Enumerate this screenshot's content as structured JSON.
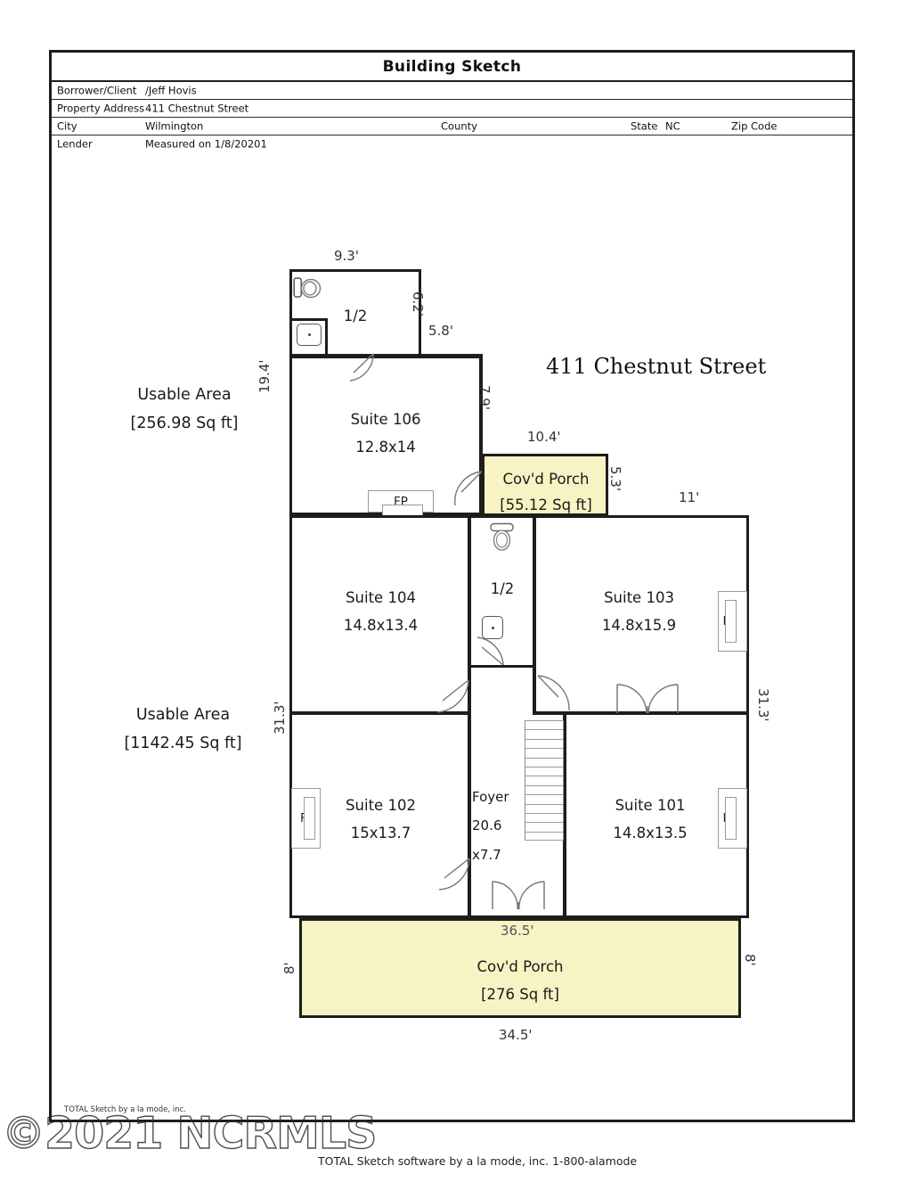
{
  "header": {
    "title": "Building Sketch",
    "rows": [
      {
        "label": "Borrower/Client",
        "value": "/Jeff Hovis"
      },
      {
        "label": "Property Address",
        "value": "411 Chestnut Street"
      },
      {
        "label": "City",
        "value": "Wilmington",
        "label2": "County",
        "value2": "",
        "label3": "State",
        "value3": "NC",
        "label4": "Zip Code",
        "value4": ""
      },
      {
        "label": "Lender",
        "value": "Measured on 1/8/20201"
      }
    ]
  },
  "sketch": {
    "address_title": "411 Chestnut Street",
    "area_tags": [
      {
        "line1": "Usable Area",
        "line2": "[256.98 Sq ft]"
      },
      {
        "line1": "Usable Area",
        "line2": "[1142.45 Sq ft]"
      }
    ],
    "rooms": [
      {
        "name": "half-bath-upper",
        "line1": "1/2",
        "line2": ""
      },
      {
        "name": "suite-106",
        "line1": "Suite 106",
        "line2": "12.8x14"
      },
      {
        "name": "cov-porch-side",
        "line1": "Cov'd Porch",
        "line2": "[55.12 Sq ft]"
      },
      {
        "name": "suite-104",
        "line1": "Suite 104",
        "line2": "14.8x13.4"
      },
      {
        "name": "half-bath-mid",
        "line1": "1/2",
        "line2": ""
      },
      {
        "name": "suite-103",
        "line1": "Suite 103",
        "line2": "14.8x15.9"
      },
      {
        "name": "suite-102",
        "line1": "Suite 102",
        "line2": "15x13.7"
      },
      {
        "name": "foyer",
        "line1": "Foyer",
        "line2": "20.6",
        "line3": "x7.7"
      },
      {
        "name": "suite-101",
        "line1": "Suite 101",
        "line2": "14.8x13.5"
      },
      {
        "name": "cov-porch-front",
        "line1": "Cov'd Porch",
        "line2": "[276 Sq ft]"
      }
    ],
    "fireplace_label": "FP",
    "dimensions": {
      "top_106": "9.3'",
      "left_106": "19.4'",
      "bath_right": "6.2'",
      "bath_jog": "5.8'",
      "suite106_right": "7.9'",
      "porch_top": "10.4'",
      "porch_right": "5.3'",
      "suite103_top": "11'",
      "left_main": "31.3'",
      "right_main": "31.3'",
      "porch_front_top": "36.5'",
      "porch_front_left": "8'",
      "porch_front_right": "8'",
      "porch_front_bottom": "34.5'"
    }
  },
  "footer": {
    "sketch_credit": "TOTAL Sketch by a la mode, inc.",
    "software_line": "TOTAL Sketch software by a la mode, inc. 1-800-alamode",
    "watermark": "©2021 NCRMLS"
  },
  "colors": {
    "porch_fill": "#f7f3c4",
    "wall": "#1d1d1d"
  }
}
